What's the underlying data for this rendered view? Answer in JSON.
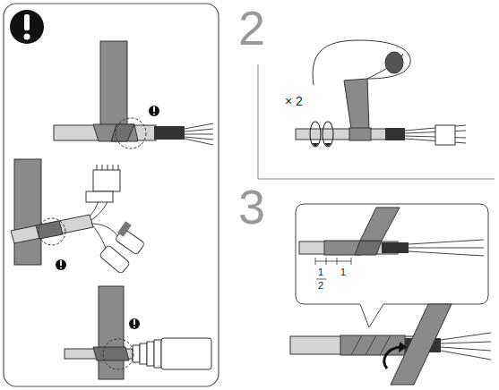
{
  "diagram": {
    "labels": [
      "2",
      "× 2",
      "3",
      "1",
      "2",
      "1"
    ]
  }
}
